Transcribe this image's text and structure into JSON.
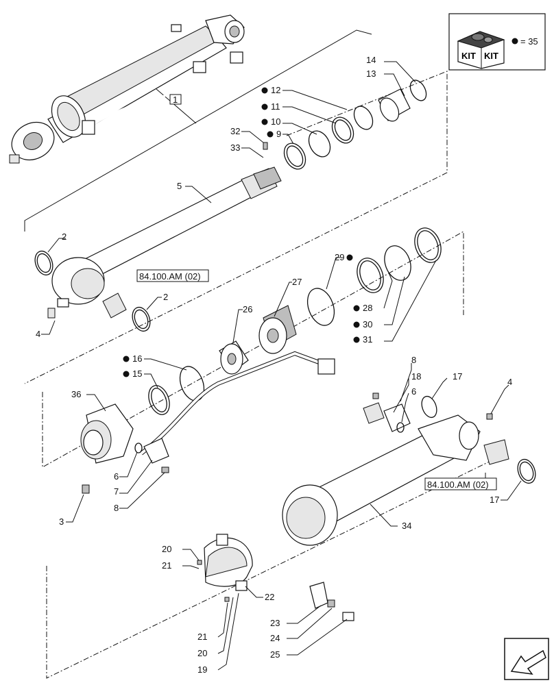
{
  "kit_legend": {
    "kit_word_1": "KIT",
    "kit_word_2": "KIT",
    "equals_text": "= 35"
  },
  "references": {
    "ref_upper": "84.100.AM (02)",
    "ref_lower": "84.100.AM (02)",
    "boxed_item": "1"
  },
  "callouts": {
    "c2a": "2",
    "c2b": "2",
    "c3": "3",
    "c4a": "4",
    "c4b": "4",
    "c5": "5",
    "c6a": "6",
    "c6b": "6",
    "c7": "7",
    "c8a": "8",
    "c8b": "8",
    "c9": "9",
    "c10": "10",
    "c11": "11",
    "c12": "12",
    "c13": "13",
    "c14": "14",
    "c15": "15",
    "c16": "16",
    "c17a": "17",
    "c17b": "17",
    "c18": "18",
    "c19": "19",
    "c20a": "20",
    "c20b": "20",
    "c21a": "21",
    "c21b": "21",
    "c22": "22",
    "c23": "23",
    "c24": "24",
    "c25": "25",
    "c26": "26",
    "c27": "27",
    "c28": "28",
    "c29": "29",
    "c30": "30",
    "c31": "31",
    "c32": "32",
    "c33": "33",
    "c34": "34",
    "c36": "36"
  },
  "icons": {
    "kit_box": "kit-box-icon",
    "bullet": "kit-bullet-icon",
    "nav": "navigation-arrow-icon"
  },
  "colors": {
    "ink": "#111111",
    "shade": "#e6e6e6",
    "dark_shade": "#bdbdbd",
    "background": "#ffffff"
  }
}
